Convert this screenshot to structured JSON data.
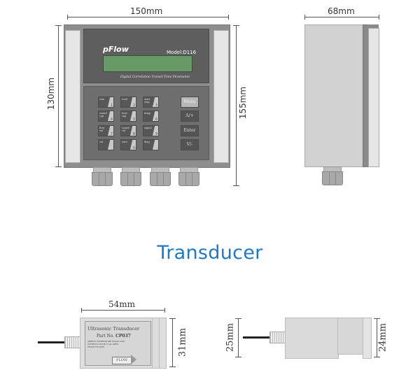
{
  "front_view": {
    "width_label": "150mm",
    "height_label": "130mm",
    "total_height_label": "155mm",
    "brand": "pFlow",
    "model": "Model:D116",
    "subtitle": "Digital Correlation Transit-Time Flowmeter",
    "keys": [
      {
        "label": "rate",
        "num": "1"
      },
      {
        "label": "total",
        "num": "2"
      },
      {
        "label": "start stop",
        "num": "3"
      },
      {
        "label": "sound cap",
        "num": "4"
      },
      {
        "label": "hear cap",
        "num": "5"
      },
      {
        "label": "temp",
        "num": "6"
      },
      {
        "label": "flow vel",
        "num": "7"
      },
      {
        "label": "sound vel",
        "num": "8"
      },
      {
        "label": "signal",
        "num": "9"
      },
      {
        "label": "cal",
        "num": "."
      },
      {
        "label": "zero",
        "num": "0"
      },
      {
        "label": "diag",
        "num": "-"
      }
    ],
    "function_keys": [
      "Menu",
      "Λ/+",
      "Enter",
      "V/-"
    ]
  },
  "side_view": {
    "depth_label": "68mm"
  },
  "section_title": "Transducer",
  "transducer_1": {
    "width_label": "54mm",
    "height_label": "31mm",
    "label_title": "Ultrasonic Transducer",
    "part_prefix": "Part No.",
    "part_number": "CP037",
    "fine_print": [
      "AMBIENT TEMPERATURE RANGE LIMIT",
      "EARTHING CONNECT ALL PARTS",
      "PROTECTED SPEC"
    ],
    "flow_label": "FLOW"
  },
  "transducer_2": {
    "left_height_label": "25mm",
    "right_height_label": "24mm"
  },
  "colors": {
    "title_blue": "#1e7ac4",
    "lcd_green": "#689a68",
    "housing_gray": "#8e8e8e"
  }
}
